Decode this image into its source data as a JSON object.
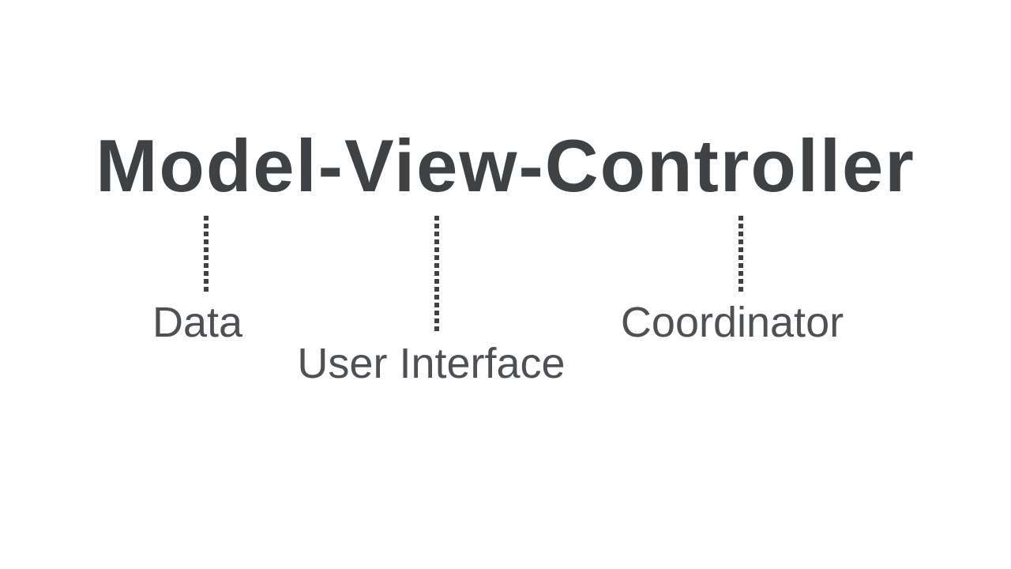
{
  "page": {
    "background_color": "#ffffff",
    "title_color": "#3e4245",
    "label_color": "#4d5156"
  },
  "diagram": {
    "title": "Model-View-Controller",
    "nodes": [
      {
        "component": "Model",
        "meaning": "Data"
      },
      {
        "component": "View",
        "meaning": "User Interface"
      },
      {
        "component": "Controller",
        "meaning": "Coordinator"
      }
    ],
    "connector_style": "vertical-dotted-line"
  }
}
